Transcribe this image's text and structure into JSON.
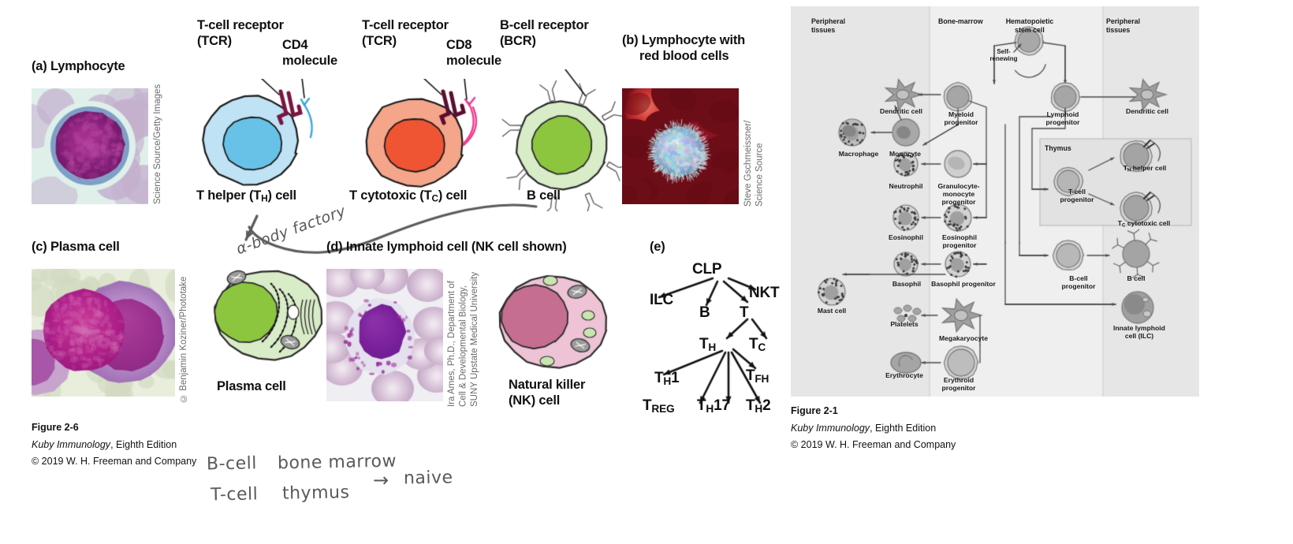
{
  "figure26": {
    "panels": {
      "a": {
        "tag": "(a) Lymphocyte",
        "credit": "Science Source/Getty Images"
      },
      "b": {
        "tag": "(b) Lymphocyte with",
        "tag2": "red blood cells",
        "credit": "Steve Gschmeissner/\nScience Source"
      },
      "c": {
        "tag": "(c) Plasma cell",
        "credit": "© Benjamin Koziner/Phototake"
      },
      "d": {
        "tag": "(d) Innate lymphoid cell (NK cell shown)",
        "credit": "Ira Ames, Ph.D., Department of\nCell & Developmental Biology,\nSUNY Upstate Medical University"
      },
      "e": {
        "tag": "(e)"
      }
    },
    "cells": [
      {
        "name": "t-helper",
        "receptor_label": "T-cell receptor",
        "receptor_sub": "(TCR)",
        "molecule_label": "CD4",
        "molecule_sub": "molecule",
        "caption_pre": "T helper (T",
        "caption_sub": "H",
        "caption_post": ") cell",
        "membrane_color": "#bfe2f5",
        "nucleus_color": "#68c2e8",
        "receptor_color": "#7b1540",
        "cd_color": "#3ba7dd"
      },
      {
        "name": "t-cytotoxic",
        "receptor_label": "T-cell receptor",
        "receptor_sub": "(TCR)",
        "molecule_label": "CD8",
        "molecule_sub": "molecule",
        "caption_pre": "T cytotoxic (T",
        "caption_sub": "C",
        "caption_post": ") cell",
        "membrane_color": "#f4a58a",
        "nucleus_color": "#ef5533",
        "receptor_color": "#5c0d30",
        "cd_color": "#ee3b8c"
      },
      {
        "name": "b-cell",
        "receptor_label": "B-cell receptor",
        "receptor_sub": "(BCR)",
        "molecule_label": "",
        "molecule_sub": "",
        "caption_pre": "B cell",
        "caption_sub": "",
        "caption_post": "",
        "membrane_color": "#d9ecc8",
        "nucleus_color": "#8cc63f",
        "receptor_color": "#ffffff",
        "cd_color": "#ffffff"
      }
    ],
    "plasma_cell_label": "Plasma cell",
    "nk_cell_label_1": "Natural killer",
    "nk_cell_label_2": "(NK) cell",
    "lineage_tree": {
      "root": "CLP",
      "nodes": [
        {
          "id": "ILC",
          "label": "ILC"
        },
        {
          "id": "B",
          "label": "B"
        },
        {
          "id": "T",
          "label": "T"
        },
        {
          "id": "NKT",
          "label": "NKT"
        },
        {
          "id": "TH",
          "label": "T",
          "sub": "H"
        },
        {
          "id": "TC",
          "label": "T",
          "sub": "C"
        },
        {
          "id": "TH1",
          "label": "T",
          "sub": "H",
          "post": "1"
        },
        {
          "id": "TREG",
          "label": "T",
          "sub": "REG"
        },
        {
          "id": "TH17",
          "label": "T",
          "sub": "H",
          "post": "17"
        },
        {
          "id": "TH2",
          "label": "T",
          "sub": "H",
          "post": "2"
        },
        {
          "id": "TFH",
          "label": "T",
          "sub": "FH"
        }
      ]
    },
    "caption": {
      "title": "Figure 2-6",
      "source_italic": "Kuby Immunology",
      "source_rest": ", Eighth Edition",
      "copyright": "© 2019 W. H. Freeman and Company"
    }
  },
  "figure21": {
    "bands": [
      {
        "id": "peripheral-left",
        "line1": "Peripheral",
        "line2": "tissues"
      },
      {
        "id": "bone-marrow",
        "line1": "Bone-marrow",
        "line2": ""
      },
      {
        "id": "hsc",
        "line1": "Hematopoietic",
        "line2": "stem cell"
      },
      {
        "id": "peripheral-right",
        "line1": "Peripheral",
        "line2": "tissues"
      }
    ],
    "thymus_label": "Thymus",
    "self_renewing": "Self-\nrenewing",
    "nodes": [
      {
        "id": "dendritic-left",
        "label": "Dendritic cell"
      },
      {
        "id": "macrophage",
        "label": "Macrophage"
      },
      {
        "id": "monocyte",
        "label": "Monocyte"
      },
      {
        "id": "neutrophil",
        "label": "Neutrophil"
      },
      {
        "id": "eosinophil",
        "label": "Eosinophil"
      },
      {
        "id": "basophil",
        "label": "Basophil"
      },
      {
        "id": "mast-cell",
        "label": "Mast cell"
      },
      {
        "id": "platelets",
        "label": "Platelets"
      },
      {
        "id": "erythrocyte",
        "label": "Erythrocyte"
      },
      {
        "id": "myeloid-progenitor",
        "label": "Myeloid\nprogenitor"
      },
      {
        "id": "gm-progenitor",
        "label": "Granulocyte-\nmonocyte\nprogenitor"
      },
      {
        "id": "eosinophil-progenitor",
        "label": "Eosinophil\nprogenitor"
      },
      {
        "id": "basophil-progenitor",
        "label": "Basophil progenitor"
      },
      {
        "id": "megakaryocyte",
        "label": "Megakaryocyte"
      },
      {
        "id": "erythroid-progenitor",
        "label": "Erythroid\nprogenitor"
      },
      {
        "id": "lymphoid-progenitor",
        "label": "Lymphoid\nprogenitor"
      },
      {
        "id": "dendritic-right",
        "label": "Dendritic cell"
      },
      {
        "id": "t-cell-progenitor",
        "label": "T-cell\nprogenitor"
      },
      {
        "id": "th-helper",
        "label": "T",
        "sub": "H",
        "post": " helper cell"
      },
      {
        "id": "tc-cytotoxic",
        "label": "T",
        "sub": "C",
        "post": " cytotoxic cell"
      },
      {
        "id": "b-cell-progenitor",
        "label": "B-cell\nprogenitor"
      },
      {
        "id": "b-cell",
        "label": "B cell"
      },
      {
        "id": "ilc",
        "label": "Innate lymphoid\ncell (ILC)"
      }
    ],
    "caption": {
      "title": "Figure 2-1",
      "source_italic": "Kuby Immunology",
      "source_rest": ", Eighth Edition",
      "copyright": "© 2019 W. H. Freeman and Company"
    }
  },
  "annotations": {
    "arrow_note": "α-body factory",
    "note_line1_a": "B-cell",
    "note_line1_b": "bone marrow",
    "note_line2_a": "T-cell",
    "note_line2_b": "thymus",
    "note_arrow": "→",
    "note_result": "naive"
  }
}
